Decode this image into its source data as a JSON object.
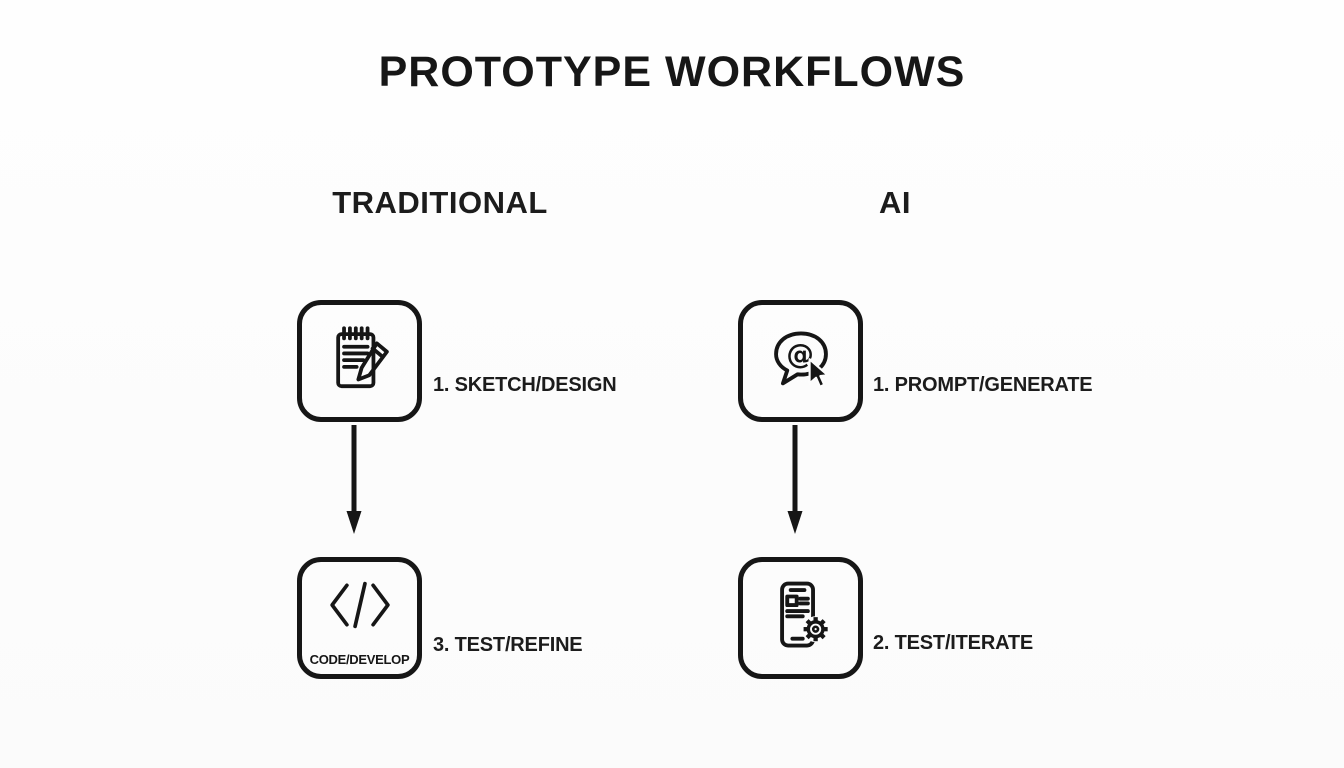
{
  "page": {
    "title": "PROTOTYPE WORKFLOWS"
  },
  "colors": {
    "ink": "#1a1a1a",
    "background": "#fdfdfd"
  },
  "columns": {
    "traditional": {
      "heading": "TRADITIONAL",
      "steps": {
        "sketch": {
          "icon": "notepad-pencil-icon",
          "label": "1. SKETCH/DESIGN"
        },
        "code": {
          "icon": "code-brackets-icon",
          "caption": "CODE/DEVELOP",
          "label": "3. TEST/REFINE"
        }
      }
    },
    "ai": {
      "heading": "AI",
      "steps": {
        "prompt": {
          "icon": "chat-bubble-at-cursor-icon",
          "label": "1. PROMPT/GENERATE"
        },
        "test": {
          "icon": "smartphone-gear-icon",
          "label": "2. TEST/ITERATE"
        }
      }
    }
  }
}
